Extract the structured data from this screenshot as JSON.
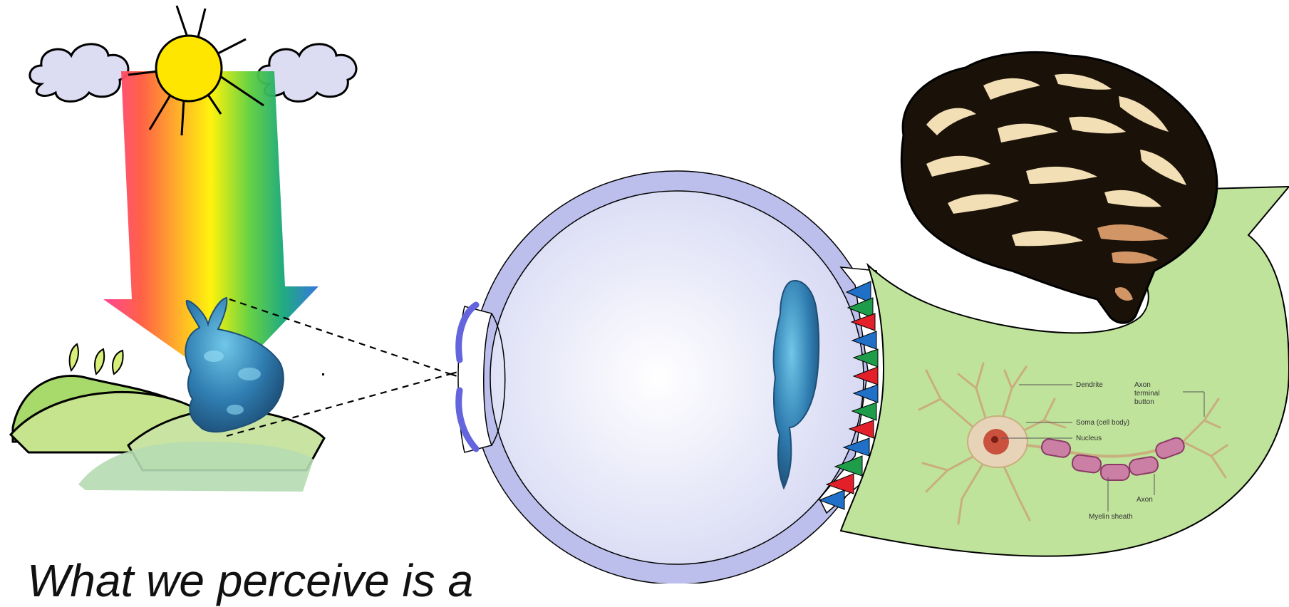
{
  "caption": "What we perceive is a",
  "neuron_labels": {
    "dendrite": "Dendrite",
    "axon_terminal_1": "Axon",
    "axon_terminal_2": "terminal",
    "axon_terminal_3": "button",
    "soma": "Soma (cell body)",
    "nucleus": "Nucleus",
    "axon": "Axon",
    "myelin": "Myelin sheath"
  },
  "colors": {
    "eye_outer": "#bcbfeb",
    "eye_inner": "#e6e8fa",
    "lens": "#6464dd",
    "arrow_green": "#bfe39a",
    "cone_red": "#e3202a",
    "cone_green": "#1f9c4a",
    "cone_blue": "#2070c8",
    "cloud": "#dcdcf2",
    "sun": "#ffe600",
    "bunny": "#2f7cb0",
    "neuron_body": "#e7d3b7",
    "myelin": "#cc7fa4"
  },
  "icons": [
    "sun-icon",
    "cloud-icon",
    "bunny-icon",
    "eye-icon",
    "brain-icon",
    "neuron-icon"
  ]
}
